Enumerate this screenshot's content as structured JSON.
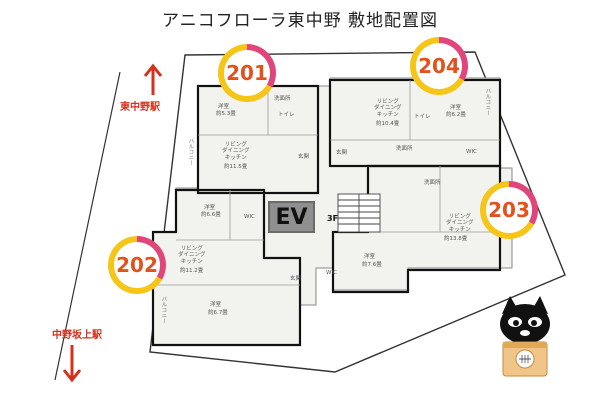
{
  "title": "アニコフローラ東中野 敷地配置図",
  "stations": {
    "higashinakano": "東中野駅",
    "nakanosakaue": "中野坂上駅"
  },
  "ev_label": "EV",
  "floor_label": "3F",
  "units": [
    {
      "number": "201"
    },
    {
      "number": "204"
    },
    {
      "number": "203"
    },
    {
      "number": "202"
    }
  ],
  "rooms": {
    "r201_yoshitsu": "洋室",
    "r201_yoshitsu_size": "約5.3畳",
    "r201_ldk": "リビング\nダイニング\nキッチン",
    "r201_ldk_size": "約11.5畳",
    "r201_bath": "洗面所",
    "r201_toilet": "トイレ",
    "r201_genkan": "玄関",
    "r204_ldk": "リビング\nダイニング\nキッチン",
    "r204_ldk_size": "約10.4畳",
    "r204_yoshitsu": "洋室",
    "r204_yoshitsu_size": "約6.2畳",
    "r204_toilet": "トイレ",
    "r204_bath": "洗面所",
    "r204_wic": "WIC",
    "r204_genkan": "玄関",
    "r203_ldk": "リビング\nダイニング\nキッチン",
    "r203_ldk_size": "約13.8畳",
    "r203_yoshitsu": "洋室",
    "r203_yoshitsu_size": "約7.6畳",
    "r203_wic": "WIC",
    "r203_bath": "洗面所",
    "r202_yoshitsu_a": "洋室",
    "r202_yoshitsu_a_size": "約6.6畳",
    "r202_ldk": "リビング\nダイニング\nキッチン",
    "r202_ldk_size": "約11.2畳",
    "r202_yoshitsu_b": "洋室",
    "r202_yoshitsu_b_size": "約6.7畳",
    "r202_wic": "WIC",
    "r202_genkan": "玄関",
    "balcony": "バルコニー"
  },
  "colors": {
    "badge_pink": "#e0467c",
    "badge_yellow": "#f5c518",
    "badge_text": "#e0531d",
    "arrow_red": "#d6301e",
    "floor_wall": "#111111",
    "floor_fill": "#f2f2ee",
    "ev_gray": "#8f8f8f"
  },
  "icons": {
    "arrow_up": "up-arrow-icon",
    "arrow_down": "down-arrow-icon",
    "mascot": "black-cat-mascot-icon",
    "stairs": "stairs-icon"
  }
}
